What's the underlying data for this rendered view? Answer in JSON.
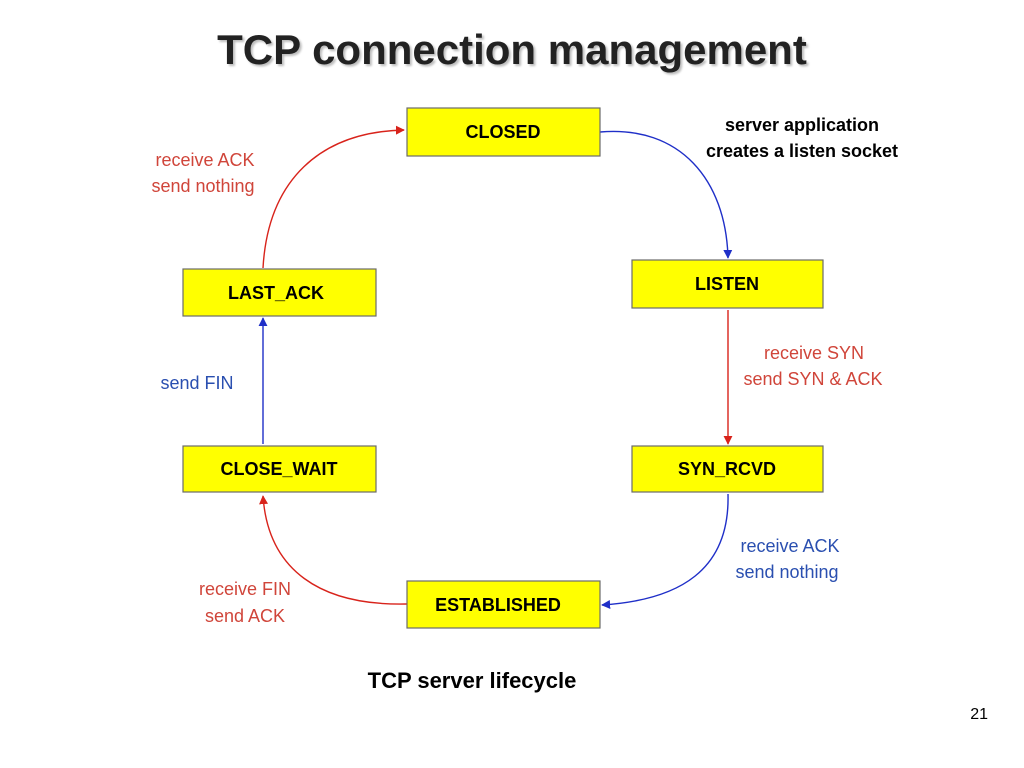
{
  "slide": {
    "title": "TCP connection management",
    "caption": "TCP server lifecycle",
    "page_number": "21"
  },
  "states": {
    "closed": "CLOSED",
    "listen": "LISTEN",
    "syn_rcvd": "SYN_RCVD",
    "established": "ESTABLISHED",
    "close_wait": "CLOSE_WAIT",
    "last_ack": "LAST_ACK"
  },
  "transitions": {
    "closed_to_listen": {
      "line1": "server application",
      "line2": "creates a listen socket"
    },
    "listen_to_syn_rcvd": {
      "line1": "receive SYN",
      "line2": "send SYN & ACK"
    },
    "syn_rcvd_to_established": {
      "line1": "receive  ACK",
      "line2": "send nothing"
    },
    "established_to_close_wait": {
      "line1": "receive FIN",
      "line2": "send ACK"
    },
    "close_wait_to_last_ack": {
      "line1": "send FIN"
    },
    "last_ack_to_closed": {
      "line1": "receive  ACK",
      "line2": "send nothing"
    }
  },
  "colors": {
    "state_fill": "#ffff00",
    "red_arrow": "#d8231b",
    "blue_arrow": "#1f2fc8"
  }
}
